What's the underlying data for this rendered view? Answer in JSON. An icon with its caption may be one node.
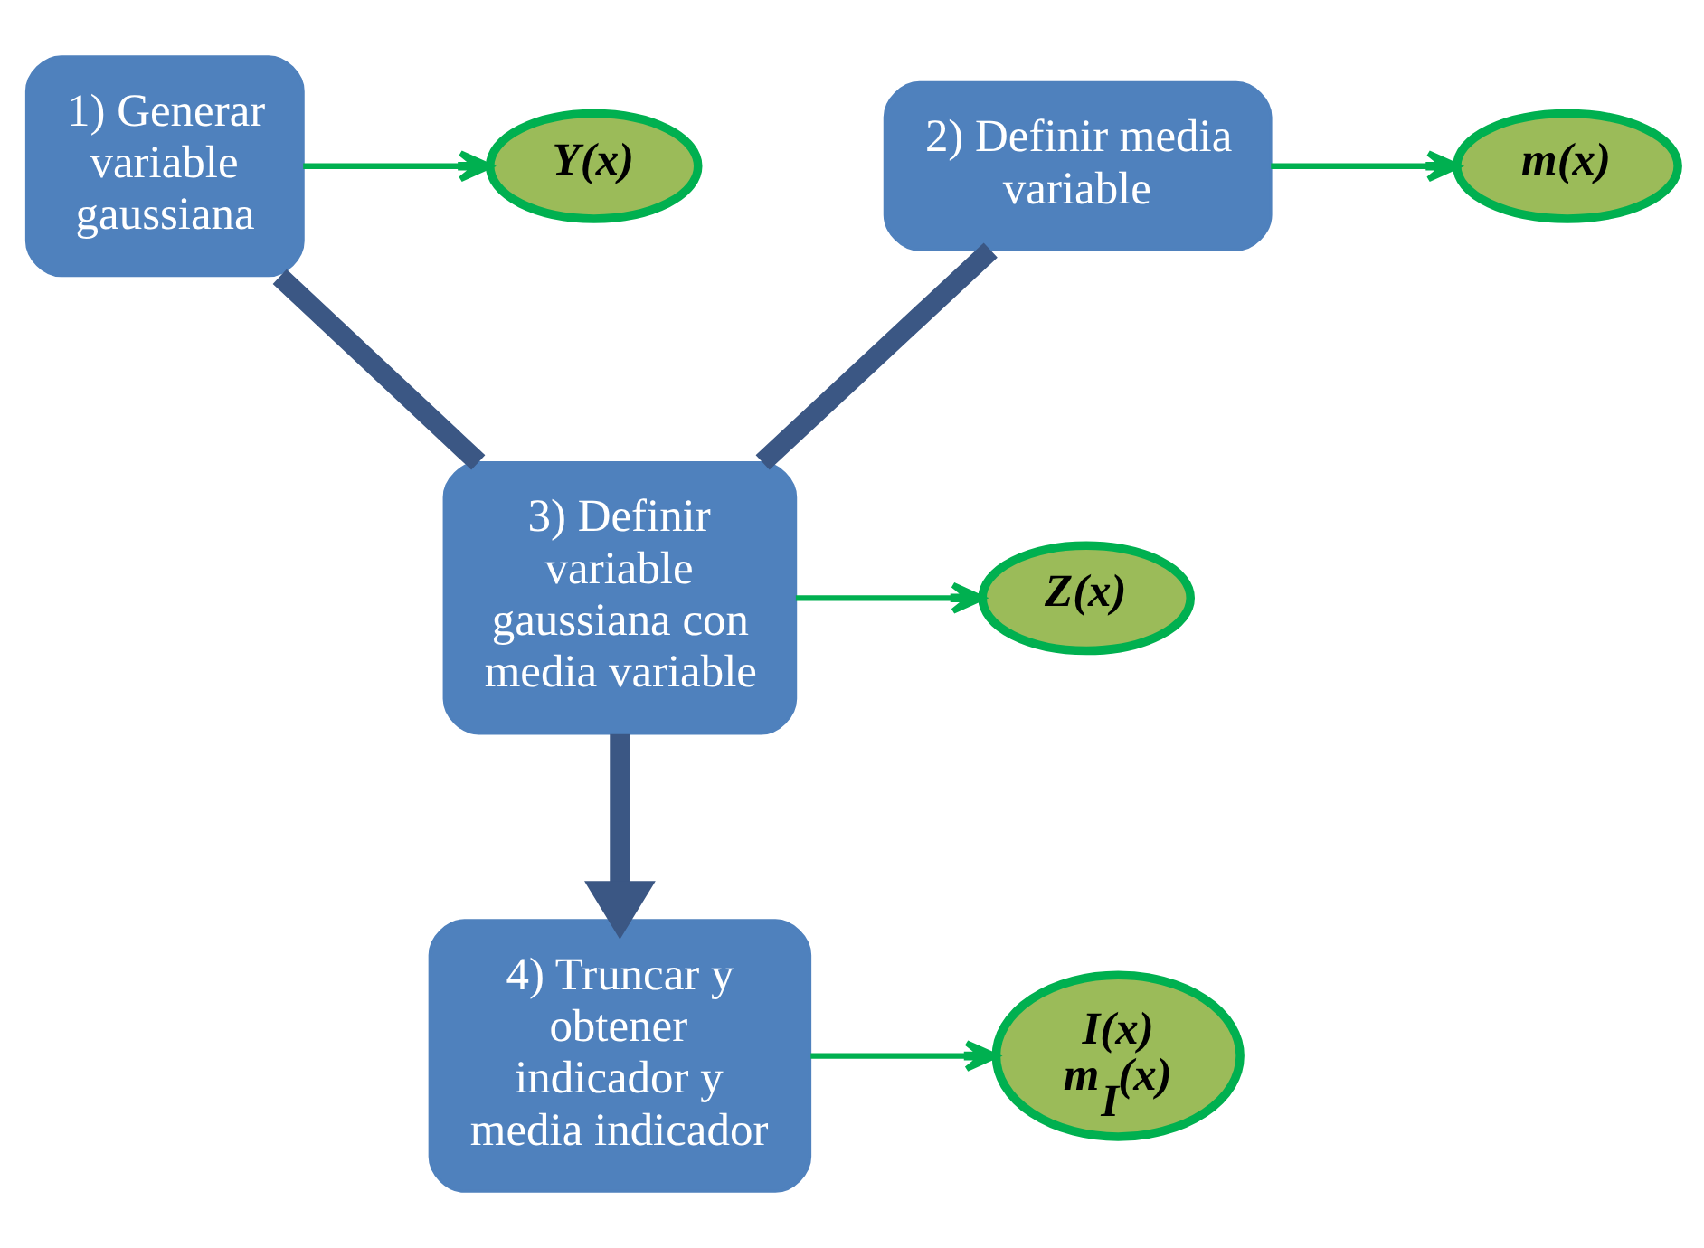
{
  "diagram": {
    "nodes": [
      {
        "text": [
          "1) Generar variable gaussiana"
        ]
      },
      {
        "text": [
          "Y(x)"
        ]
      },
      {
        "text": [
          "2) Definir media variable"
        ]
      },
      {
        "text": [
          "m(x)"
        ]
      },
      {
        "text": [
          "3) Definir variable gaussiana con media variable"
        ]
      },
      {
        "text": [
          "Z(x)"
        ]
      },
      {
        "text": [
          "4) Truncar y obtener indicador y media indicador"
        ]
      },
      {
        "text": [
          "I(x)",
          "m$_{I}$(x)"
        ]
      }
    ],
    "edges": [
      {
        "from": 0,
        "to": 1,
        "arrow": "to"
      },
      {
        "from": 2,
        "to": 3,
        "arrow": "to"
      },
      {
        "from": 0,
        "to": 4,
        "arrow": "none",
        "color": "#3b5784",
        "style": "thick"
      },
      {
        "from": 2,
        "to": 4,
        "arrow": "none",
        "color": "#3b5784",
        "style": "thick"
      },
      {
        "from": 4,
        "to": 5,
        "arrow": "to"
      },
      {
        "from": 4,
        "to": 6,
        "arrow": "to",
        "color": "#3b5784",
        "style": "thick"
      },
      {
        "from": 6,
        "to": 7,
        "arrow": "to"
      }
    ]
  }
}
